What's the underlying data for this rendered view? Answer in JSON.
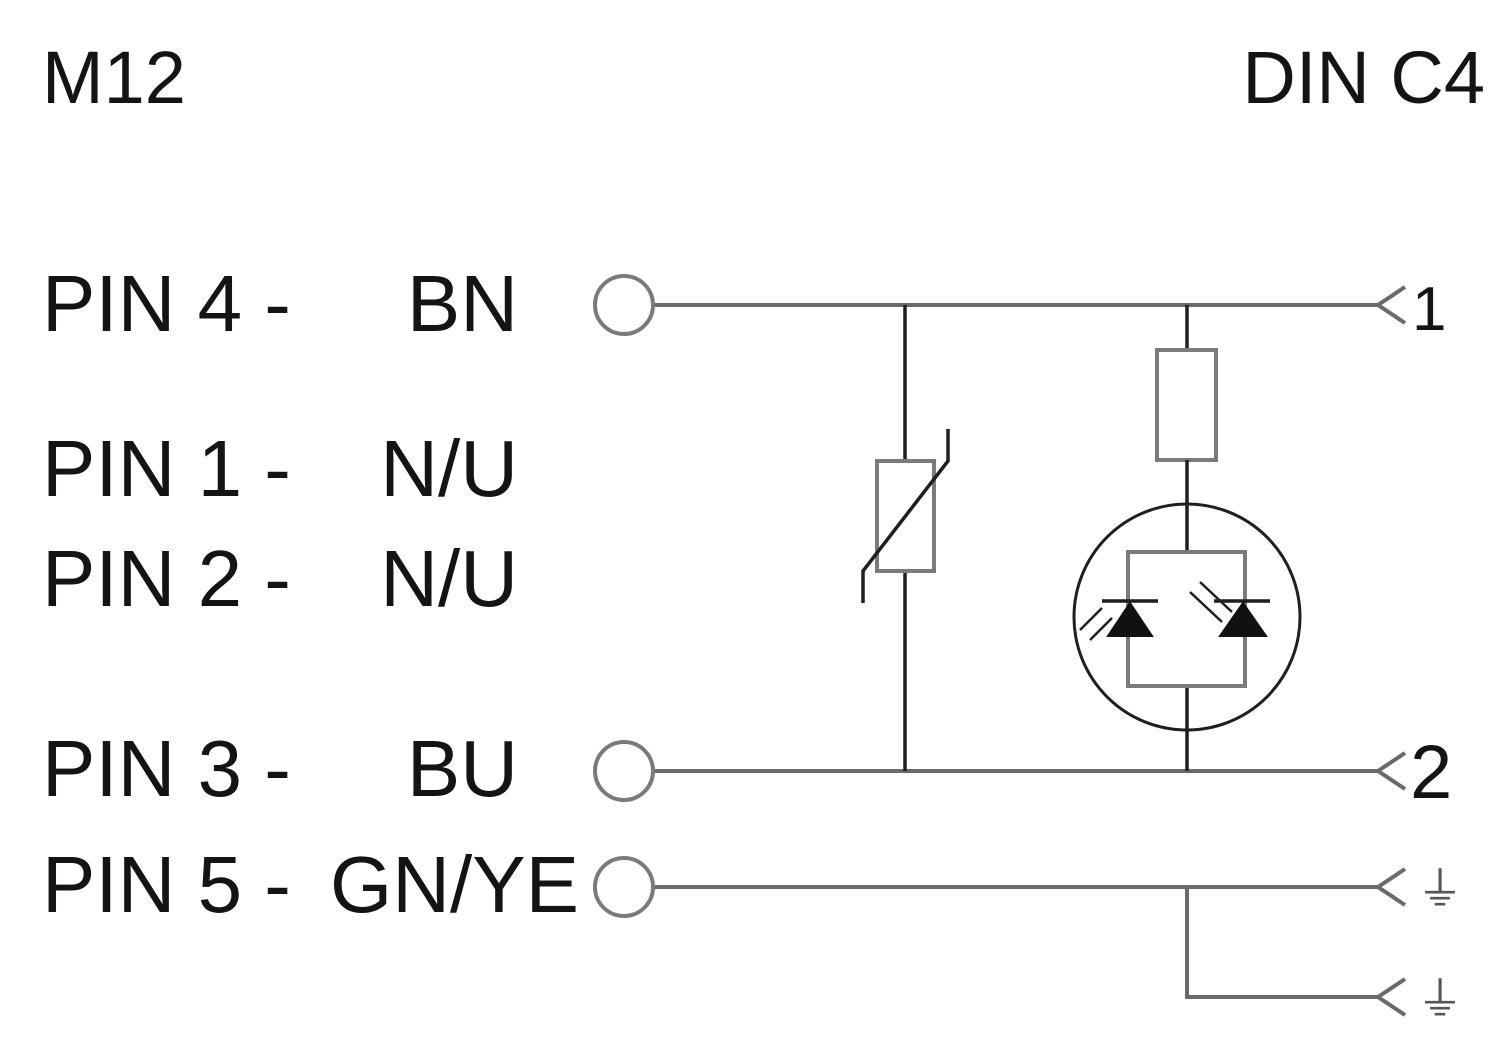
{
  "left_header": "M12",
  "right_header": "DIN C4",
  "pins": [
    {
      "pin": "PIN 4 -",
      "color": "BN"
    },
    {
      "pin": "PIN 1 -",
      "color": "N/U"
    },
    {
      "pin": "PIN 2 -",
      "color": "N/U"
    },
    {
      "pin": "PIN 3 -",
      "color": "BU"
    },
    {
      "pin": "PIN 5 -",
      "color": "GN/YE"
    }
  ],
  "terminals": {
    "t1": "1",
    "t2": "2",
    "pe1": "⏚",
    "pe2": "⏚"
  },
  "colors": {
    "wire": "#6a6a6a",
    "text": "#141414"
  }
}
